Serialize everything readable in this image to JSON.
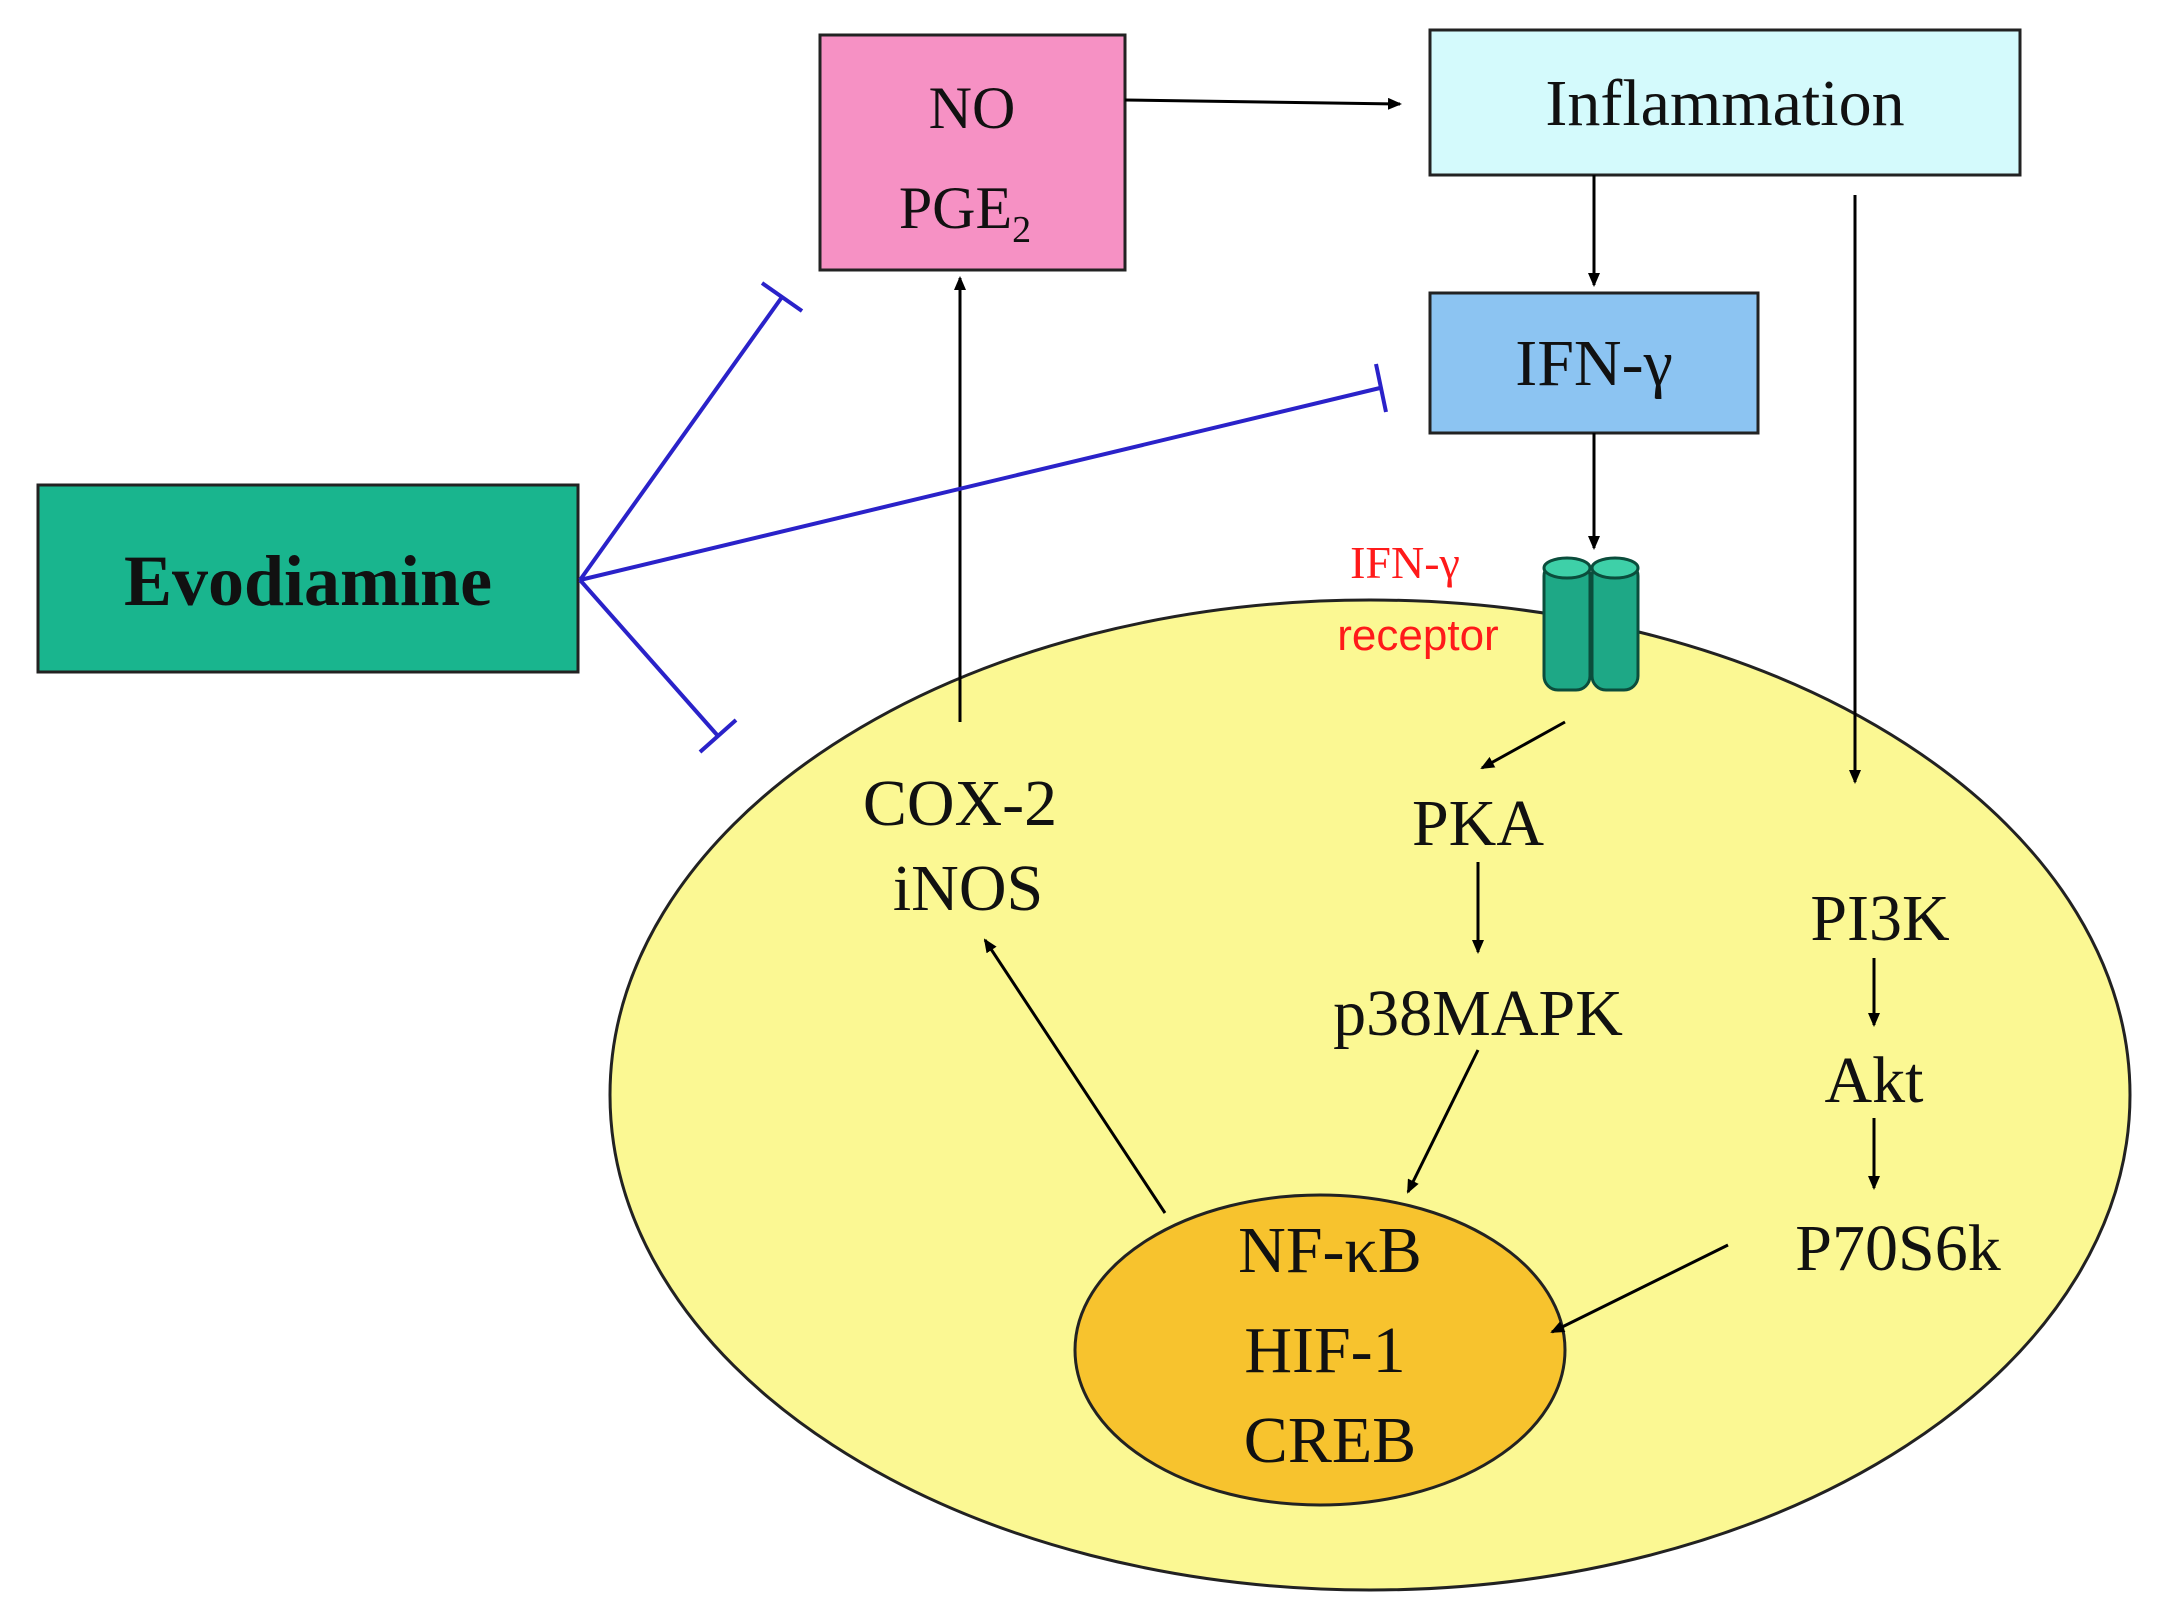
{
  "nodes": {
    "no_pge2": {
      "line1": "NO",
      "line2_main": "PGE",
      "line2_sub": "2"
    },
    "inflammation": "Inflammation",
    "ifn_gamma": "IFN-γ",
    "evodiamine": "Evodiamine",
    "receptor": {
      "line1": "IFN-γ",
      "line2": "receptor"
    },
    "cox2": "COX-2",
    "inos": "iNOS",
    "pka": "PKA",
    "p38mapk": "p38MAPK",
    "pi3k": "PI3K",
    "akt": "Akt",
    "p70s6k": "P70S6k",
    "nfkb": "NF-κB",
    "hif1": "HIF-1",
    "creb": "CREB"
  },
  "colors": {
    "no_pge2_fill": "#f691c4",
    "inflammation_fill": "#d4fafc",
    "ifn_fill": "#8cc4f2",
    "evodiamine_fill": "#19b58e",
    "cell_fill": "#fbf893",
    "nucleus_fill": "#f7c32e",
    "receptor_fill": "#1ea886",
    "inhibition_line": "#2a22c9",
    "receptor_text": "#ff1a1a"
  }
}
